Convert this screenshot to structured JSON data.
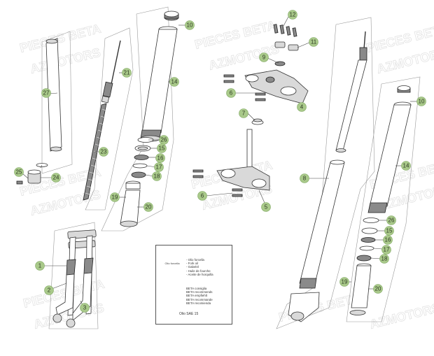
{
  "watermark": {
    "line1": "PIECES BETA",
    "line2": "AZMOTORS"
  },
  "callouts": [
    {
      "id": "c27a",
      "label": "27"
    },
    {
      "id": "c21",
      "label": "21"
    },
    {
      "id": "c23",
      "label": "23"
    },
    {
      "id": "c25",
      "label": "25"
    },
    {
      "id": "c24",
      "label": "24"
    },
    {
      "id": "c1",
      "label": "1"
    },
    {
      "id": "c2",
      "label": "2"
    },
    {
      "id": "c3",
      "label": "3"
    },
    {
      "id": "c10a",
      "label": "10"
    },
    {
      "id": "c14a",
      "label": "14"
    },
    {
      "id": "c26a",
      "label": "26"
    },
    {
      "id": "c15a",
      "label": "15"
    },
    {
      "id": "c16a",
      "label": "16"
    },
    {
      "id": "c17a",
      "label": "17"
    },
    {
      "id": "c18a",
      "label": "18"
    },
    {
      "id": "c19a",
      "label": "19"
    },
    {
      "id": "c20a",
      "label": "20"
    },
    {
      "id": "c12",
      "label": "12"
    },
    {
      "id": "c11",
      "label": "11"
    },
    {
      "id": "c9",
      "label": "9"
    },
    {
      "id": "c6a",
      "label": "6"
    },
    {
      "id": "c4",
      "label": "4"
    },
    {
      "id": "c7",
      "label": "7"
    },
    {
      "id": "c6b",
      "label": "6"
    },
    {
      "id": "c5",
      "label": "5"
    },
    {
      "id": "c8",
      "label": "8"
    },
    {
      "id": "c10b",
      "label": "10"
    },
    {
      "id": "c14b",
      "label": "14"
    },
    {
      "id": "c26b",
      "label": "26"
    },
    {
      "id": "c15b",
      "label": "15"
    },
    {
      "id": "c16b",
      "label": "16"
    },
    {
      "id": "c17b",
      "label": "17"
    },
    {
      "id": "c18b",
      "label": "18"
    },
    {
      "id": "c19b",
      "label": "19"
    },
    {
      "id": "c20b",
      "label": "20"
    }
  ],
  "legend": {
    "items_top": [
      "- Olio forcella",
      "- Fork oil",
      "- Gabelöl",
      "- Huile de fourche",
      "- Aceite de horquilla"
    ],
    "items_bottom": [
      "BETA consiglia",
      "BETA recommends",
      "BETA empfiehlt",
      "BETA recommande",
      "BETA recomienda"
    ],
    "can_label": "Olio forcella",
    "grade": "Olio SAE 15"
  }
}
